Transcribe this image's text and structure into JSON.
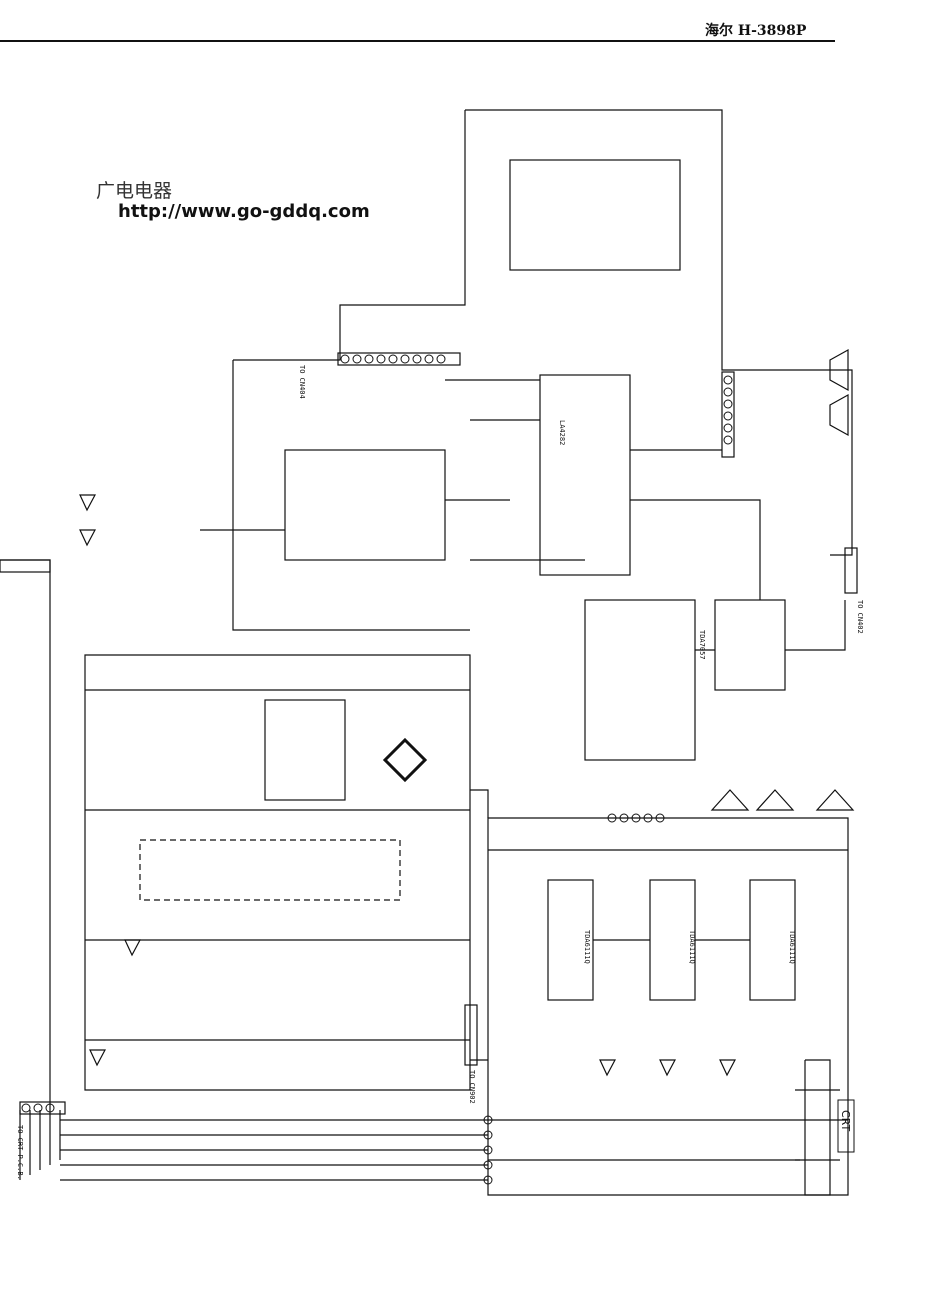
{
  "header": {
    "title": "海尔 H-3898P"
  },
  "watermark": {
    "site_name": "广电电器",
    "url": "http://www.go-gddq.com"
  },
  "schematic": {
    "crt_label": "CRT",
    "ic_labels": [
      "TDA6111Q",
      "TDA6111Q",
      "TDA6111Q",
      "TDA7057",
      "LA4282"
    ],
    "connector_labels": [
      "TO CN902",
      "TO CN404",
      "TO CN402",
      "TO CRT P.C.B."
    ]
  }
}
